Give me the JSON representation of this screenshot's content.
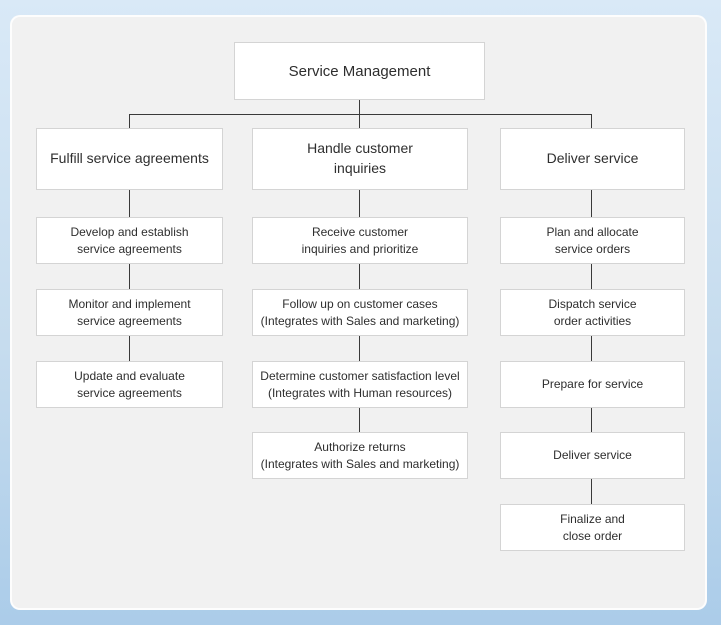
{
  "colors": {
    "background_top": "#d9e9f7",
    "background_bottom": "#abcce9",
    "panel": "#f1f1f1",
    "node_fill": "#ffffff",
    "node_border": "#d4d4d4",
    "connector": "#3a3a3a",
    "text": "#2e2e2e"
  },
  "diagram": {
    "title": "Service Management",
    "columns": [
      {
        "header": "Fulfill service agreements",
        "items": [
          "Develop and establish\nservice agreements",
          "Monitor and implement\nservice agreements",
          "Update and evaluate\nservice agreements"
        ]
      },
      {
        "header": "Handle customer\ninquiries",
        "items": [
          "Receive customer\ninquiries and prioritize",
          "Follow up on customer cases\n(Integrates with Sales and marketing)",
          "Determine customer satisfaction level\n(Integrates with Human resources)",
          "Authorize returns\n(Integrates with Sales and marketing)"
        ]
      },
      {
        "header": "Deliver service",
        "items": [
          "Plan and allocate\nservice orders",
          "Dispatch service\norder activities",
          "Prepare for service",
          "Deliver service",
          "Finalize and\nclose order"
        ]
      }
    ]
  }
}
